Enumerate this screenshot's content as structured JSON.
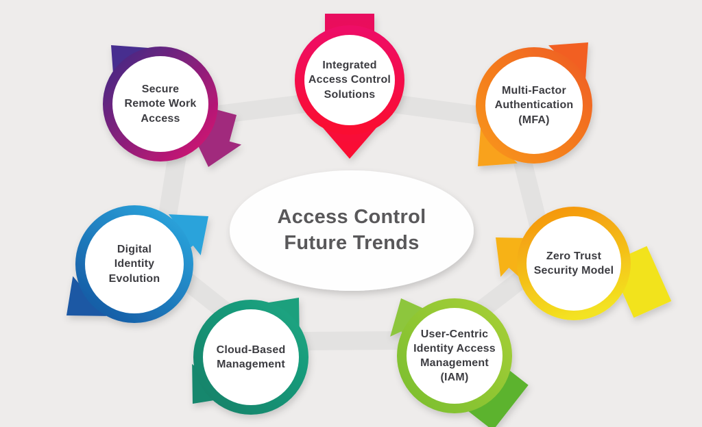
{
  "background_color": "#eeeceb",
  "connectors": {
    "color": "#e3e2e1"
  },
  "center": {
    "title_lines": [
      "Access Control",
      "Future Trends"
    ],
    "text_color": "#59585a",
    "bg": "#fefefe"
  },
  "nodes": [
    {
      "id": "secure-remote-work-access",
      "label": "Secure Remote Work Access",
      "lines": [
        "Secure",
        "Remote Work",
        "Access"
      ],
      "ring_gradient": {
        "from": "#3e2b85",
        "to": "#d81370"
      },
      "arrows": [
        {
          "dir": "up-left",
          "color": "#472d8f"
        },
        {
          "dir": "down-left",
          "color": "#a12b7d"
        }
      ]
    },
    {
      "id": "integrated-access-control-solutions",
      "label": "Integrated Access Control Solutions",
      "lines": [
        "Integrated",
        "Access Control",
        "Solutions"
      ],
      "ring_gradient": {
        "from": "#ee1066",
        "to": "#fa0f30"
      },
      "arrows": [
        {
          "dir": "down",
          "color_from": "#e8115f",
          "color_to": "#fb0f31"
        }
      ]
    },
    {
      "id": "multi-factor-authentication",
      "label": "Multi-Factor Authentication (MFA)",
      "lines": [
        "Multi-Factor",
        "Authentication",
        "(MFA)"
      ],
      "ring_gradient": {
        "from": "#ef5d21",
        "to": "#f8961d"
      },
      "arrows": [
        {
          "dir": "up-right",
          "color": "#f25e20"
        },
        {
          "dir": "down-left",
          "color": "#f9a21e"
        }
      ]
    },
    {
      "id": "zero-trust-security-model",
      "label": "Zero Trust Security Model",
      "lines": [
        "Zero Trust",
        "Security Model"
      ],
      "ring_gradient": {
        "from": "#f5990f",
        "to": "#f3e321"
      },
      "arrows": [
        {
          "dir": "up-left",
          "color": "#f7b214"
        },
        {
          "dir": "down-right",
          "color": "#f2e31f"
        }
      ]
    },
    {
      "id": "user-centric-identity-access-management",
      "label": "User-Centric Identity Access Management (IAM)",
      "lines": [
        "User-Centric",
        "Identity Access",
        "Management",
        "(IAM)"
      ],
      "ring_gradient": {
        "from": "#a6cf37",
        "to": "#7abe2e"
      },
      "arrows": [
        {
          "dir": "up",
          "color": "#8dc63c"
        },
        {
          "dir": "down-right",
          "color": "#5cb32f"
        }
      ]
    },
    {
      "id": "cloud-based-management",
      "label": "Cloud-Based Management",
      "lines": [
        "Cloud-Based",
        "Management"
      ],
      "ring_gradient": {
        "from": "#1ca783",
        "to": "#128068"
      },
      "arrows": [
        {
          "dir": "up-right",
          "color": "#1aa07d"
        },
        {
          "dir": "down-left",
          "color": "#16876d"
        }
      ]
    },
    {
      "id": "digital-identity-evolution",
      "label": "Digital Identity Evolution",
      "lines": [
        "Digital",
        "Identity",
        "Evolution"
      ],
      "ring_gradient": {
        "from": "#2aa2da",
        "to": "#14549f"
      },
      "arrows": [
        {
          "dir": "up-right",
          "color": "#2aa3db"
        },
        {
          "dir": "down-left",
          "color": "#1b58a4"
        }
      ]
    }
  ]
}
